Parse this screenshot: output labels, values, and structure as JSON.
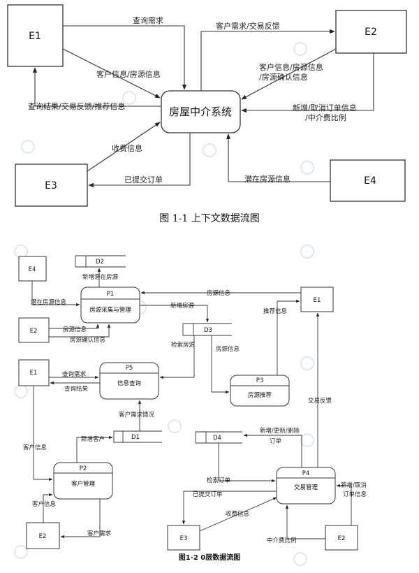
{
  "diagram1": {
    "caption": "图 1-1 上下文数据流图",
    "center_label": "房屋中介系统",
    "entities": {
      "e1": "E1",
      "e2": "E2",
      "e3": "E3",
      "e4": "E4"
    },
    "flows": {
      "f_query_demand": "查询需求",
      "f_client_house_info": "客户信息/房源信息",
      "f_query_result": "查询结果/交易反馈/推荐信息",
      "f_fee_info": "收费信息",
      "f_submitted_order": "已提交订单",
      "f_client_demand_feedback": "客户需求/交易反馈",
      "f_e2_info_1": "客户信息/房源信息",
      "f_e2_info_2": "/房源确认信息",
      "f_new_cancel_order_1": "新增/取消订单信息",
      "f_new_cancel_order_2": "/中介费比例",
      "f_potential_house": "潜在房源信息"
    }
  },
  "diagram2": {
    "caption": "图1-2 0层数据流图",
    "entities": {
      "e4_top": "E4",
      "e2_left": "E2",
      "e1_left": "E1",
      "e1_right": "E1",
      "e2_bottom_left": "E2",
      "e3": "E3",
      "e2_bottom_right": "E2"
    },
    "stores": {
      "d1": "D1",
      "d2": "D2",
      "d3": "D3",
      "d4": "D4"
    },
    "processes": {
      "p1_id": "P1",
      "p1_name": "房源采集与管理",
      "p2_id": "P2",
      "p2_name": "客户管理",
      "p3_id": "P3",
      "p3_name": "房源推荐",
      "p4_id": "P4",
      "p4_name": "交易管理",
      "p5_id": "P5",
      "p5_name": "信息查询"
    },
    "flows": {
      "new_potential_house": "新增潜在房源",
      "potential_house_info": "潜在房源信息",
      "house_info_top": "房源信息",
      "new_house": "新增房源",
      "house_info_e2": "房源信息",
      "house_confirm_info": "房源确认信息",
      "recommend_info": "推荐信息",
      "retrieve_house": "检索房源",
      "house_info_d3": "房源信息",
      "query_demand": "查询需求",
      "query_result": "查询结果",
      "client_demand_status": "客户需求情况",
      "new_client": "新增客户",
      "client_info_left": "客户信息",
      "client_info_e2": "客户信息",
      "client_demand": "客户需求",
      "trade_feedback": "交易反馈",
      "add_update_delete_order_1": "新增/更新/删除",
      "add_update_delete_order_2": "订单",
      "retrieve_order": "检索订单",
      "submitted_order": "已提交订单",
      "fee_info": "收费信息",
      "new_cancel_1": "新增/取消",
      "new_cancel_2": "订单信息",
      "commission_ratio": "中介费比例"
    }
  }
}
